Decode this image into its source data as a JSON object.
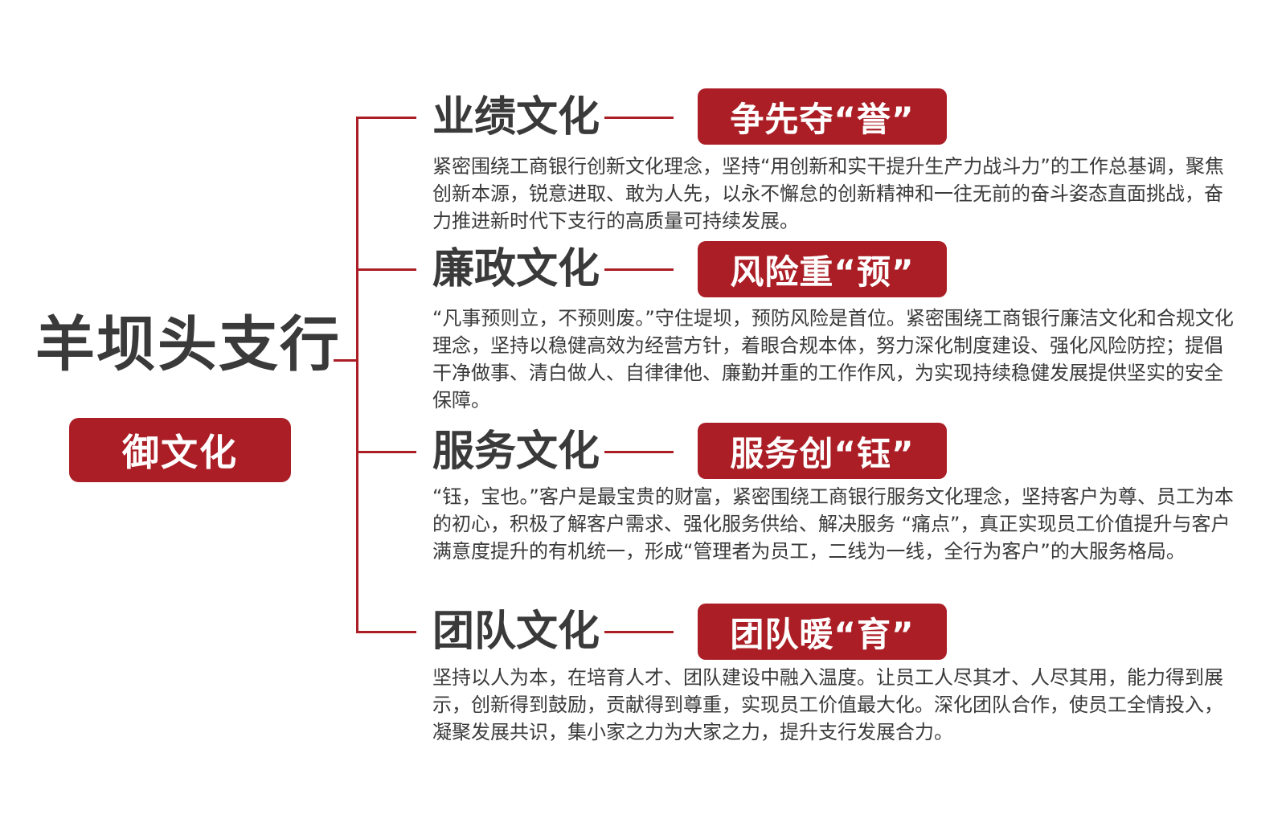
{
  "org": {
    "title": "羊坝头支行",
    "culture_badge": "御文化"
  },
  "colors": {
    "accent": "#ab1e26",
    "text": "#3a3a3a"
  },
  "sections": [
    {
      "title": "业绩文化",
      "badge": "争先夺“誉”",
      "description": "紧密围绕工商银行创新文化理念，坚持“用创新和实干提升生产力战斗力”的工作总基调，聚焦创新本源，锐意进取、敢为人先，以永不懈怠的创新精神和一往无前的奋斗姿态直面挑战，奋力推进新时代下支行的高质量可持续发展。"
    },
    {
      "title": "廉政文化",
      "badge": "风险重“预”",
      "description": "“凡事预则立，不预则废。”守住堤坝，预防风险是首位。紧密围绕工商银行廉洁文化和合规文化理念，坚持以稳健高效为经营方针，着眼合规本体，努力深化制度建设、强化风险防控；提倡干净做事、清白做人、自律律他、廉勤并重的工作作风，为实现持续稳健发展提供坚实的安全保障。"
    },
    {
      "title": "服务文化",
      "badge": "服务创“钰”",
      "description": "“钰，宝也。”客户是最宝贵的财富，紧密围绕工商银行服务文化理念，坚持客户为尊、员工为本的初心，积极了解客户需求、强化服务供给、解决服务 “痛点”，真正实现员工价值提升与客户满意度提升的有机统一，形成“管理者为员工，二线为一线，全行为客户”的大服务格局。"
    },
    {
      "title": "团队文化",
      "badge": "团队暖“育”",
      "description": "坚持以人为本，在培育人才、团队建设中融入温度。让员工人尽其才、人尽其用，能力得到展示，创新得到鼓励，贡献得到尊重，实现员工价值最大化。深化团队合作，使员工全情投入，凝聚发展共识，集小家之力为大家之力，提升支行发展合力。"
    }
  ]
}
